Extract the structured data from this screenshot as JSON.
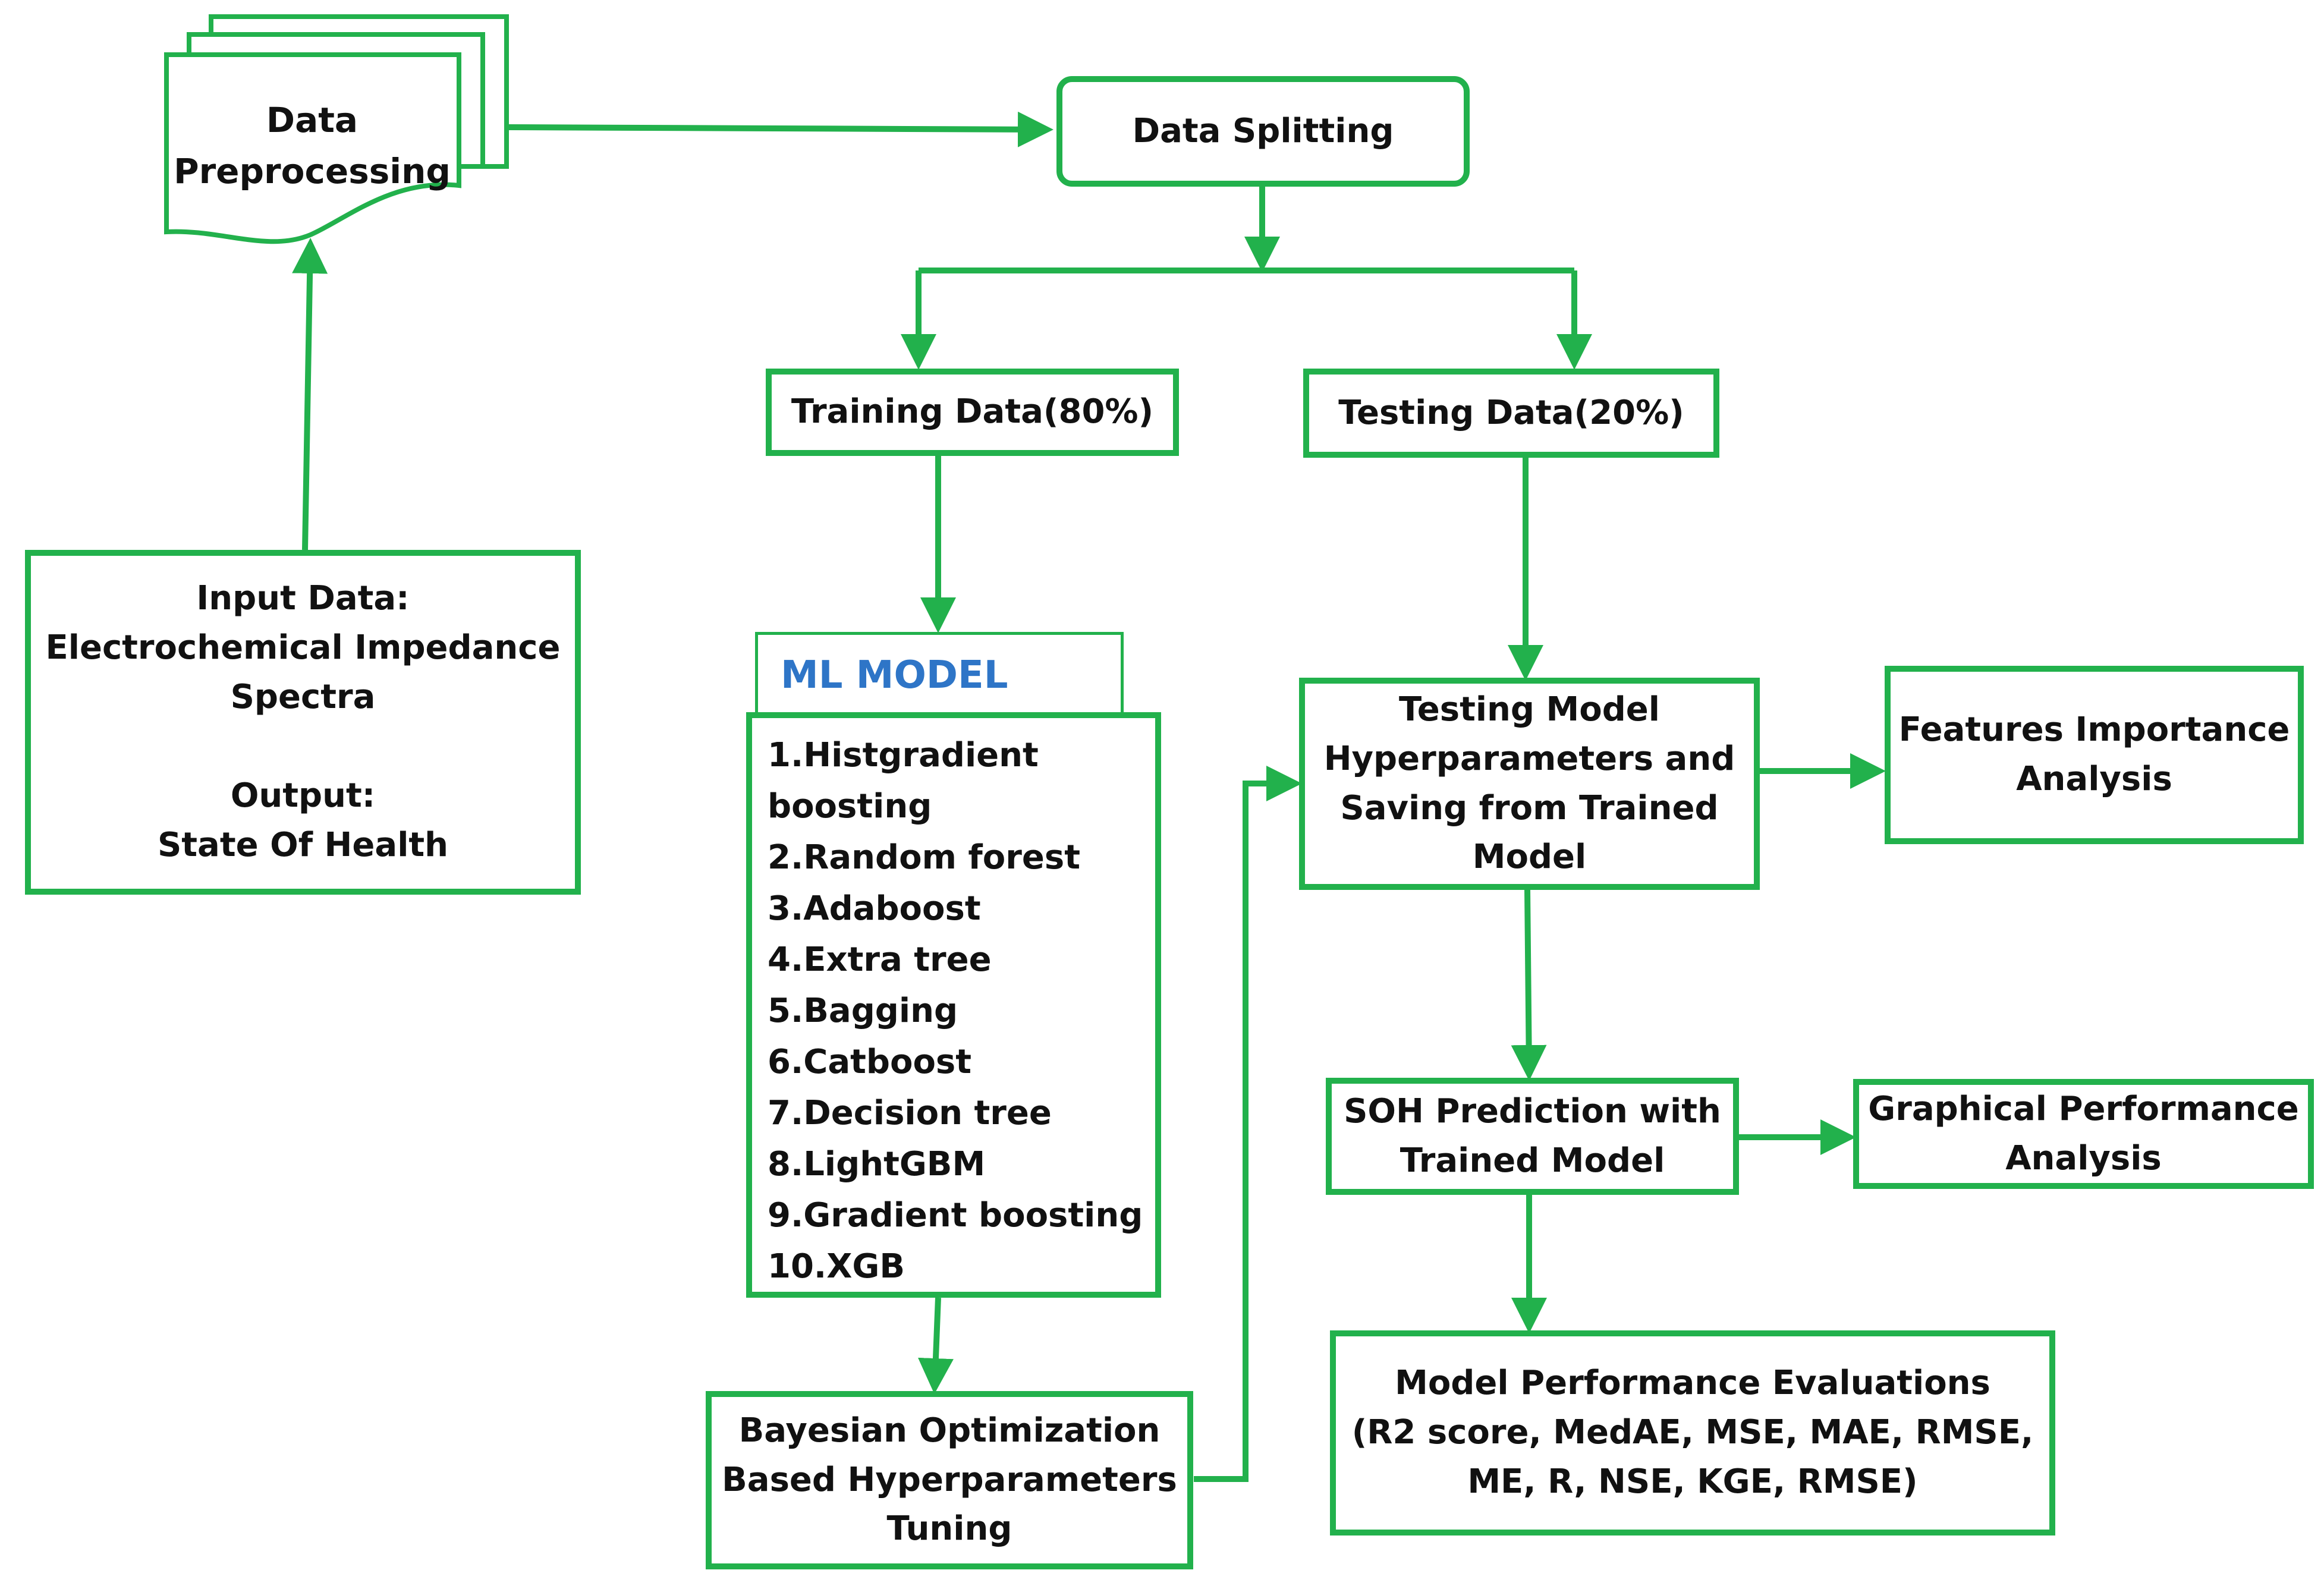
{
  "colors": {
    "accent": "#22b14c",
    "ml_model_title": "#2e75c7"
  },
  "nodes": {
    "data_preprocessing": "Data\nPreprocessing",
    "data_splitting": "Data Splitting",
    "training_data": "Training Data(80%)",
    "testing_data": "Testing Data(20%)",
    "input_output": "Input Data:\nElectrochemical Impedance\nSpectra\n\nOutput:\nState Of Health",
    "ml_model_title": "ML MODEL",
    "ml_models": [
      "1.Histgradient",
      "boosting",
      "2.Random forest",
      "3.Adaboost",
      "4.Extra tree",
      "5.Bagging",
      "6.Catboost",
      "7.Decision tree",
      "8.LightGBM",
      "9.Gradient boosting",
      "10.XGB"
    ],
    "bayesian": "Bayesian Optimization\nBased Hyperparameters\nTuning",
    "testing_model": "Testing Model\nHyperparameters and\nSaving from Trained\nModel",
    "features_importance": "Features Importance\nAnalysis",
    "soh_prediction": "SOH Prediction with\nTrained Model",
    "graphical_performance": "Graphical Performance\nAnalysis",
    "model_performance": "Model Performance Evaluations\n(R2 score, MedAE, MSE, MAE, RMSE,\nME, R, NSE, KGE, RMSE)"
  }
}
